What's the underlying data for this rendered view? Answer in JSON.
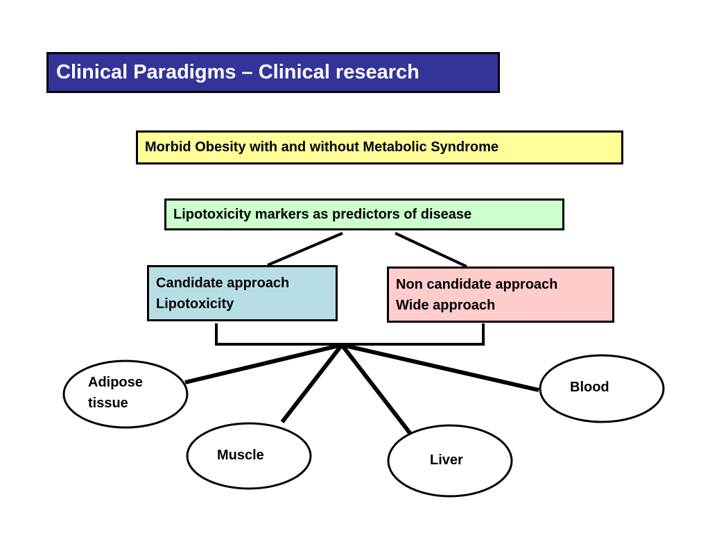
{
  "title": "Clinical Paradigms – Clinical research",
  "population": "Morbid Obesity with and without Metabolic Syndrome",
  "markers": "Lipotoxicity markers as predictors of disease",
  "candidate": {
    "line1": "Candidate approach",
    "line2": "Lipotoxicity"
  },
  "non_candidate": {
    "line1": "Non candidate approach",
    "line2": "Wide approach"
  },
  "tissues": {
    "adipose_line1": "Adipose",
    "adipose_line2": "tissue",
    "muscle": "Muscle",
    "liver": "Liver",
    "blood": "Blood"
  },
  "colors": {
    "title_fill": "#333399",
    "population_fill": "#ffff99",
    "markers_fill": "#ccffcc",
    "candidate_fill": "#b7dee5",
    "non_candidate_fill": "#ffcccc"
  }
}
